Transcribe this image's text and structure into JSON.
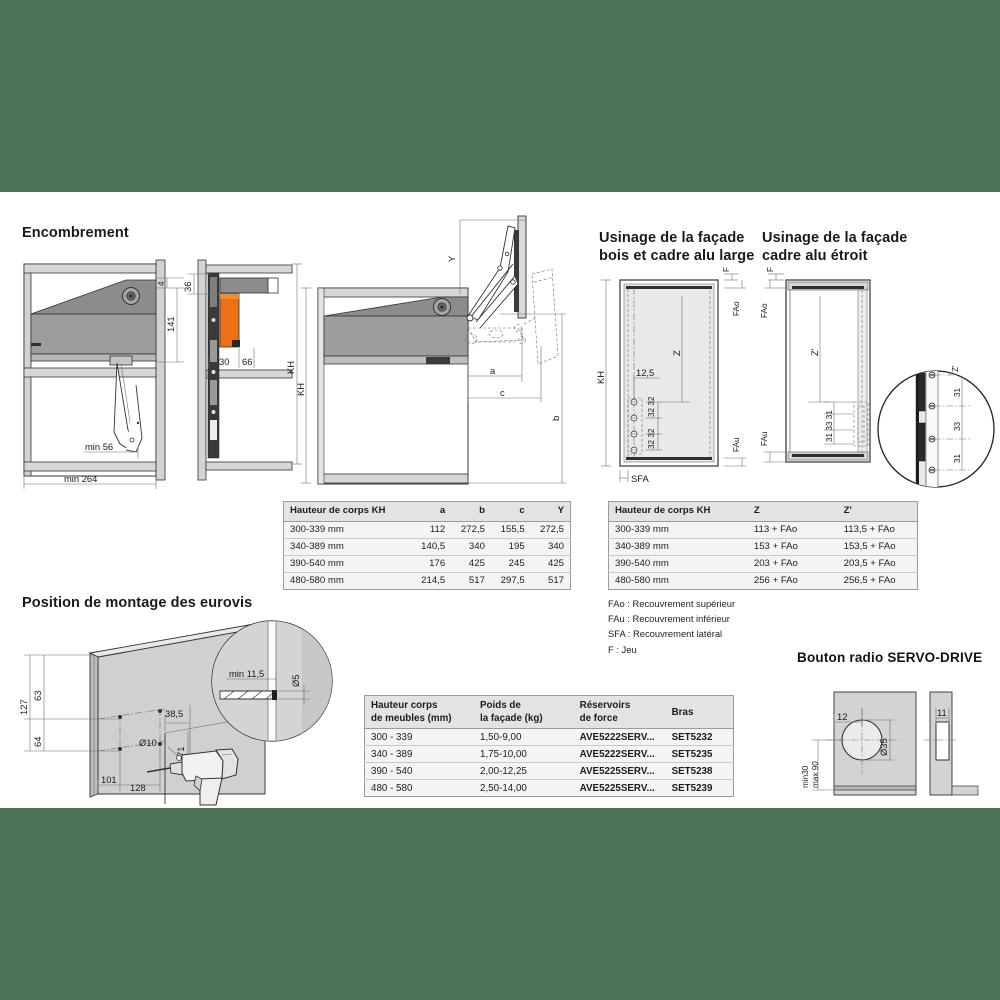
{
  "page": {
    "background_color": "#4a7254",
    "sheet_color": "#ffffff",
    "accent_orange": "#ed7014",
    "body_grey": "#9d9d9d"
  },
  "sections": {
    "encombrement": {
      "title": "Encombrement"
    },
    "usinage_bois": {
      "title": "Usinage de la façade\nbois et cadre alu large"
    },
    "usinage_alu": {
      "title": "Usinage de la façade\ncadre alu étroit"
    },
    "eurovis": {
      "title": "Position de montage des eurovis"
    },
    "bouton_radio": {
      "title": "Bouton radio SERVO-DRIVE"
    }
  },
  "drawing_labels": {
    "encombrement_front": {
      "d4": "4",
      "d141": "141",
      "min56": "min 56",
      "min264": "min 264"
    },
    "encombrement_side": {
      "d36": "36",
      "d30": "30",
      "d66": "66",
      "kh": "KH"
    },
    "encombrement_section": {
      "Y": "Y",
      "a": "a",
      "b": "b",
      "c": "c",
      "kh": "KH"
    },
    "usinage_bois_labels": {
      "kh": "KH",
      "F": "F",
      "FAo": "FAo",
      "FAu": "FAu",
      "Z": "Z",
      "d125": "12,5",
      "spacing_top": "32 32",
      "spacing_bottom": "32 32",
      "SFA": "SFA"
    },
    "usinage_alu_labels": {
      "F": "F",
      "FAo": "FAo",
      "FAu": "FAu",
      "Zprime": "Z'",
      "d31a": "31",
      "d33": "33",
      "d31b": "31",
      "stack": "31 33 31"
    },
    "detail_circle": {
      "Zprime": "Z'",
      "d31_top": "31",
      "d33": "33",
      "d31_bottom": "31"
    },
    "eurovis_labels": {
      "d127": "127",
      "d63": "63",
      "d64": "64",
      "d101": "101",
      "d128": "128",
      "d385": "38,5",
      "d71": "71",
      "diam10": "Ø10",
      "min115": "min 11,5",
      "diam5": "Ø5"
    },
    "bouton_radio_labels": {
      "d12": "12",
      "d11": "11",
      "diam35": "Ø35",
      "min30": "min30",
      "max90": "max 90"
    }
  },
  "table_kh_abcy": {
    "headers": [
      "Hauteur de corps KH",
      "a",
      "b",
      "c",
      "Y"
    ],
    "rows": [
      [
        "300-339 mm",
        "112",
        "272,5",
        "155,5",
        "272,5"
      ],
      [
        "340-389 mm",
        "140,5",
        "340",
        "195",
        "340"
      ],
      [
        "390-540 mm",
        "176",
        "425",
        "245",
        "425"
      ],
      [
        "480-580 mm",
        "214,5",
        "517",
        "297,5",
        "517"
      ]
    ]
  },
  "table_kh_z": {
    "headers": [
      "Hauteur de corps KH",
      "Z",
      "Z'"
    ],
    "rows": [
      [
        "300-339 mm",
        "113 + FAo",
        "113,5 + FAo"
      ],
      [
        "340-389 mm",
        "153 + FAo",
        "153,5 + FAo"
      ],
      [
        "390-540 mm",
        "203 + FAo",
        "203,5 + FAo"
      ],
      [
        "480-580 mm",
        "256 + FAo",
        "256,5 + FAo"
      ]
    ],
    "legend": [
      "FAo : Recouvrement supérieur",
      "FAu : Recouvrement inférieur",
      "SFA : Recouvrement latéral",
      "F : Jeu"
    ]
  },
  "table_selection": {
    "headers": [
      "Hauteur corps\nde meubles (mm)",
      "Poids de\nla façade (kg)",
      "Réservoirs\nde force",
      "Bras"
    ],
    "rows": [
      [
        "300 - 339",
        "1,50-9,00",
        "AVE5222SERV...",
        "SET5232"
      ],
      [
        "340 - 389",
        "1,75-10,00",
        "AVE5222SERV...",
        "SET5235"
      ],
      [
        "390 - 540",
        "2,00-12,25",
        "AVE5225SERV...",
        "SET5238"
      ],
      [
        "480 - 580",
        "2,50-14,00",
        "AVE5225SERV...",
        "SET5239"
      ]
    ]
  }
}
